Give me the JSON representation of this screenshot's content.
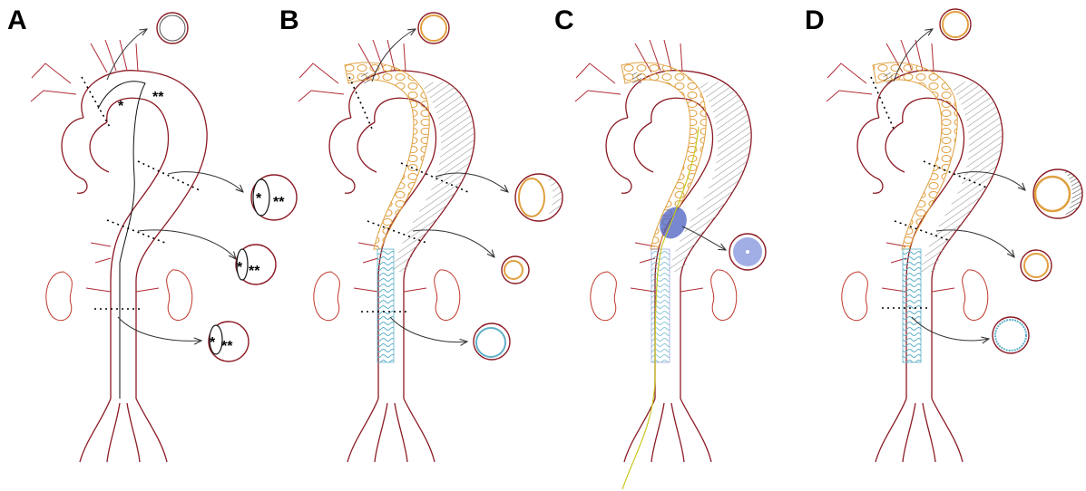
{
  "panels": [
    {
      "id": "A",
      "letter": "A",
      "labels": [
        "*",
        "**",
        "*",
        "**",
        "*",
        "**",
        "*",
        "**"
      ]
    },
    {
      "id": "B",
      "letter": "B"
    },
    {
      "id": "C",
      "letter": "C"
    },
    {
      "id": "D",
      "letter": "D"
    }
  ],
  "colors": {
    "vessel": "#8b1a24",
    "stent_graft_thoracic": "#e0a040",
    "stent_graft_abdominal": "#5fb0c8",
    "balloon": "#4a5fc0",
    "guidewire": "#c8c820",
    "thrombus_hatch": "#888888",
    "dissection_flap": "#111111"
  }
}
